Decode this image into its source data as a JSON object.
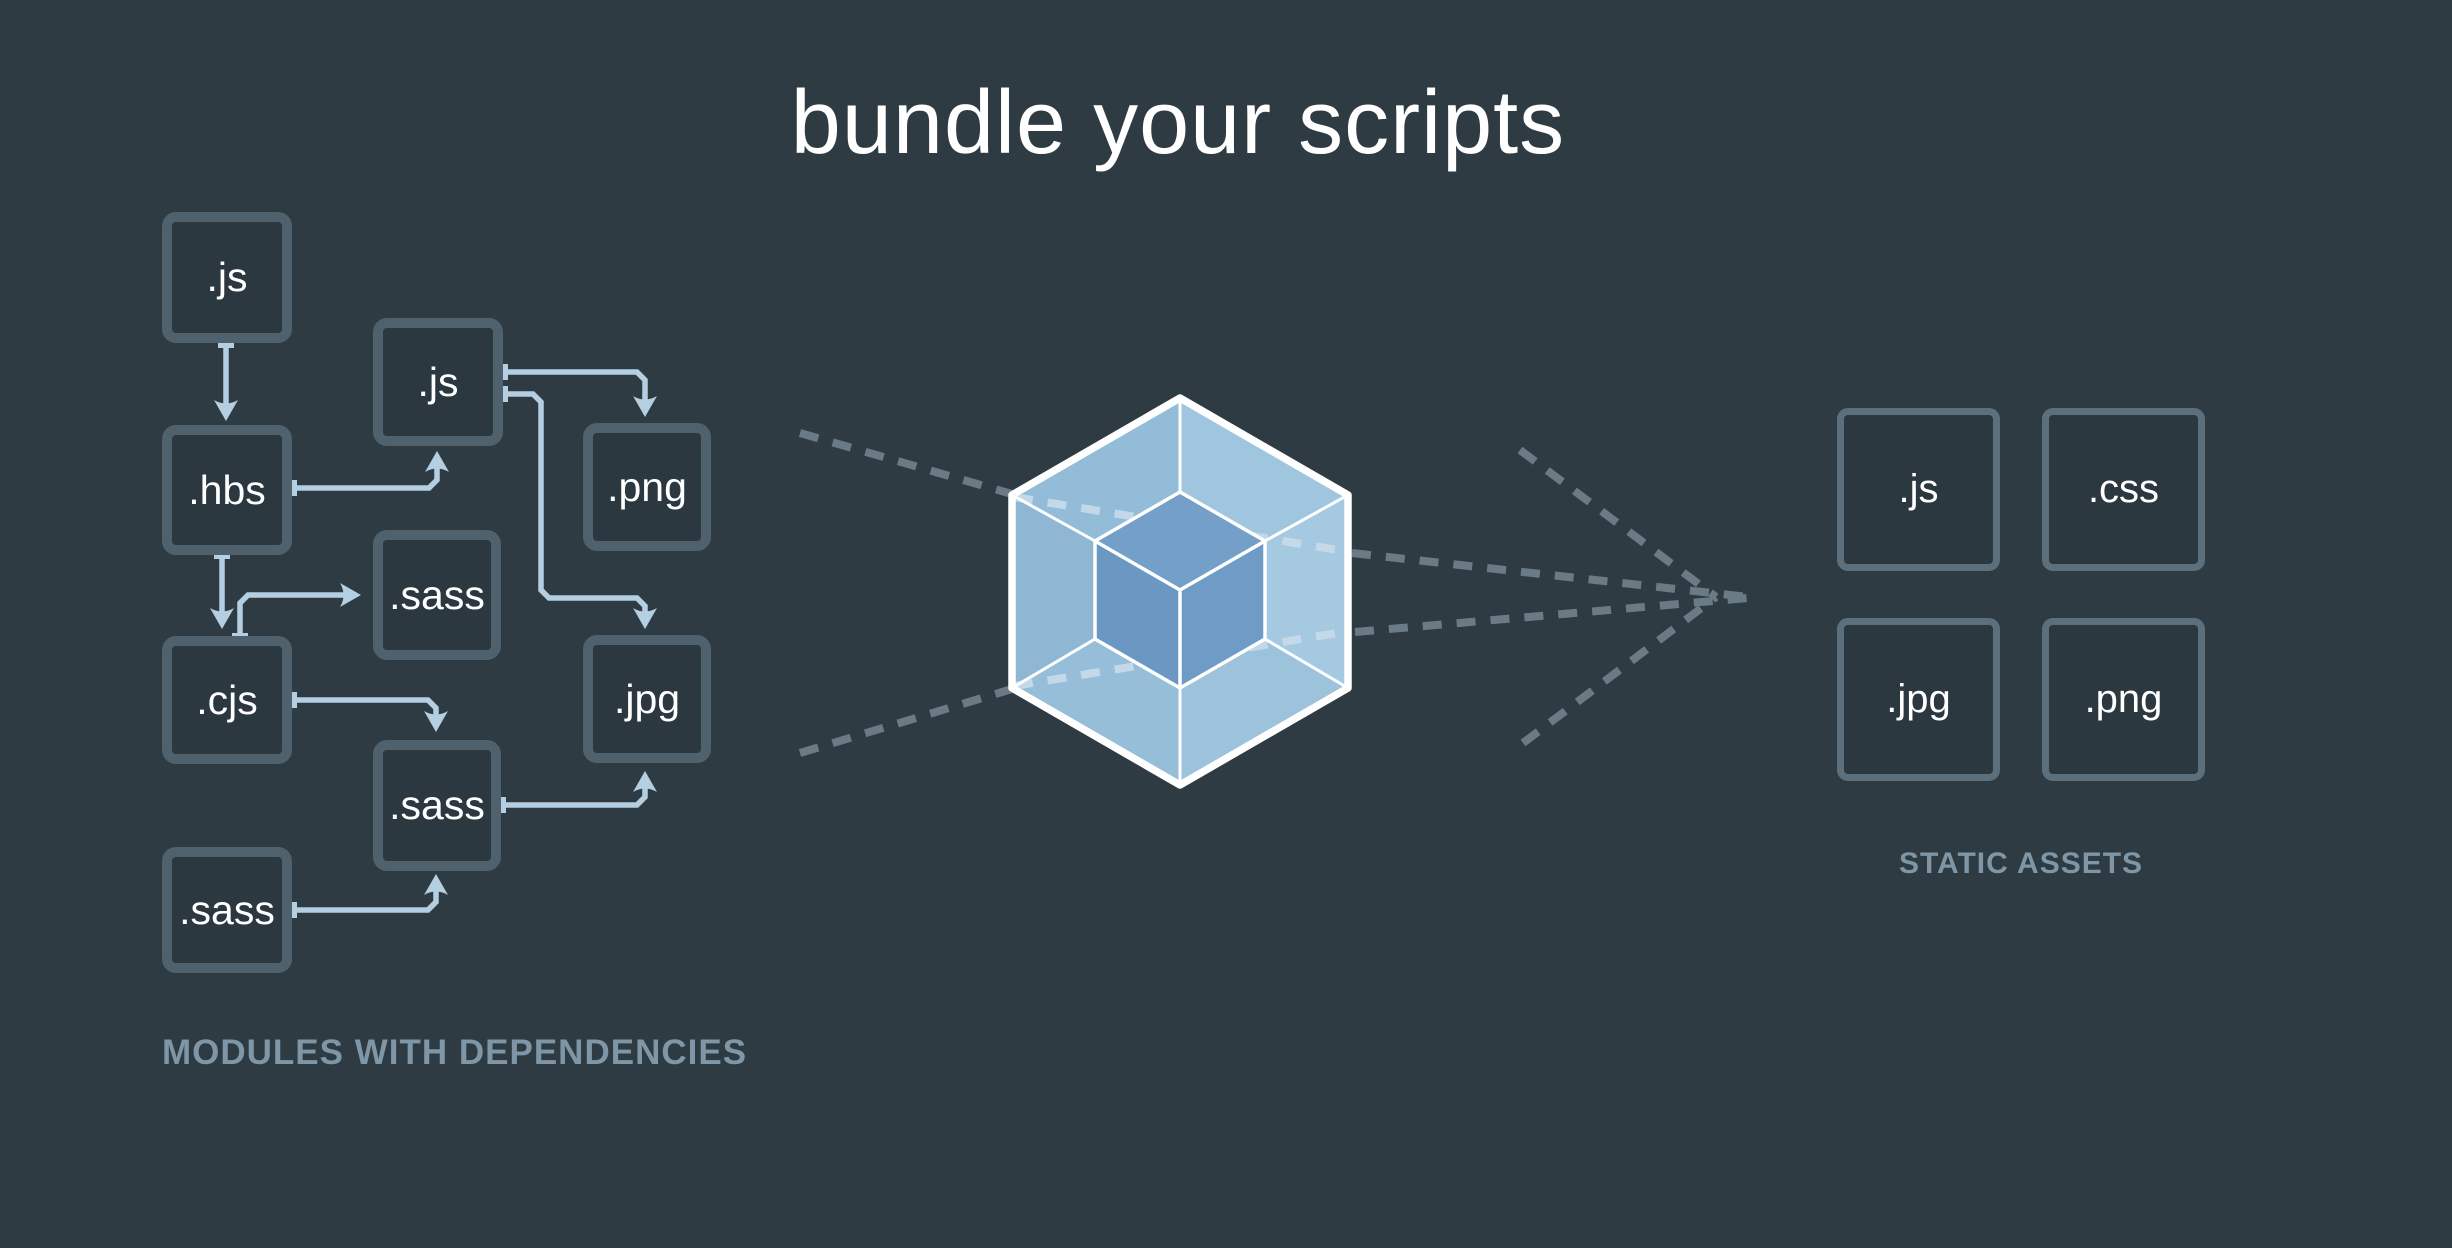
{
  "title": "bundle your scripts",
  "left": {
    "caption": "MODULES WITH DEPENDENCIES",
    "boxes": [
      {
        "label": ".js"
      },
      {
        "label": ".hbs"
      },
      {
        "label": ".cjs"
      },
      {
        "label": ".sass"
      },
      {
        "label": ".js"
      },
      {
        "label": ".sass"
      },
      {
        "label": ".sass"
      },
      {
        "label": ".png"
      },
      {
        "label": ".jpg"
      }
    ],
    "edges": [
      ".js -> .hbs",
      ".hbs -> .js(2)",
      ".hbs -> .cjs",
      ".cjs -> .sass(mid)",
      ".cjs -> .sass(center)",
      ".sass(bottom) -> .sass(center)",
      ".js(2) -> .png",
      ".js(2) -> .jpg",
      ".sass(center) -> .jpg"
    ]
  },
  "right": {
    "caption": "STATIC ASSETS",
    "boxes": [
      {
        "label": ".js"
      },
      {
        "label": ".css"
      },
      {
        "label": ".jpg"
      },
      {
        "label": ".png"
      }
    ]
  },
  "icons": {
    "center": "webpack-cube-logo",
    "flow": "dashed-arrow-left-to-right"
  },
  "colors": {
    "background": "#2e3b43",
    "box_fill": "#2b3840",
    "left_box_border": "#4e616d",
    "right_box_border": "#5b6f7d",
    "arrow_blue": "#b5cfe2",
    "dashed_gray": "#6b7b86",
    "dashed_light": "#c8dcea",
    "caption_text": "#7e96a6",
    "title_text": "#ffffff",
    "cube_outer_face": "#9ac1dc",
    "cube_inner_face": "#6f9cc6",
    "cube_edge": "#ffffff"
  }
}
